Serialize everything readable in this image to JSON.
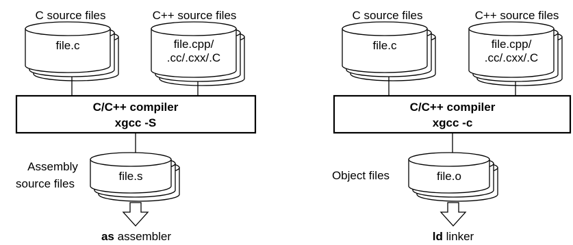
{
  "colors": {
    "ink": "#000000",
    "paper": "#ffffff"
  },
  "left": {
    "c_label": "C source files",
    "c_file": "file.c",
    "cpp_label": "C++ source files",
    "cpp_file_line1": "file.cpp/",
    "cpp_file_line2": ".cc/.cxx/.C",
    "compiler_line1": "C/C++ compiler",
    "compiler_line2": "xgcc -S",
    "output_label_line1": "Assembly",
    "output_label_line2": "source files",
    "output_file": "file.s",
    "next_tool_bold": "as",
    "next_tool_rest": " assembler"
  },
  "right": {
    "c_label": "C source files",
    "c_file": "file.c",
    "cpp_label": "C++ source files",
    "cpp_file_line1": "file.cpp/",
    "cpp_file_line2": ".cc/.cxx/.C",
    "compiler_line1": "C/C++ compiler",
    "compiler_line2": "xgcc -c",
    "output_label": "Object files",
    "output_file": "file.o",
    "next_tool_bold": "ld",
    "next_tool_rest": " linker"
  }
}
